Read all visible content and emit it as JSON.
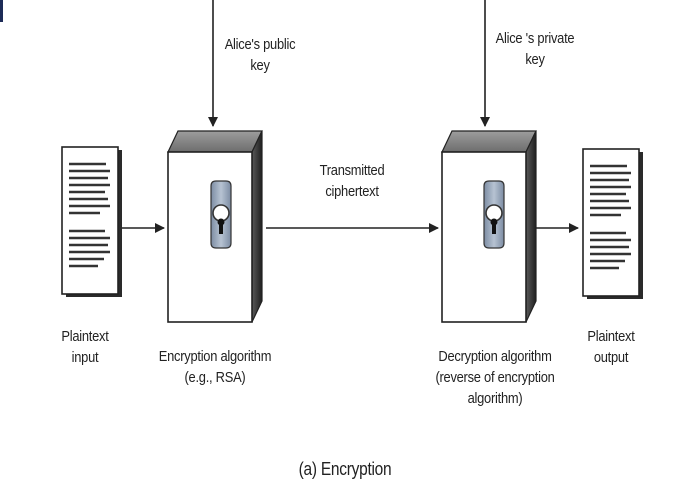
{
  "diagram": {
    "inputs": {
      "public_key": [
        "Alice's public",
        "key"
      ],
      "private_key": [
        "Alice 's private",
        "key"
      ]
    },
    "nodes": {
      "plaintext_input": [
        "Plaintext",
        "input"
      ],
      "encryption": [
        "Encryption algorithm",
        "(e.g., RSA)"
      ],
      "ciphertext": [
        "Transmitted",
        "ciphertext"
      ],
      "decryption": [
        "Decryption algorithm",
        "(reverse of encryption",
        "algorithm)"
      ],
      "plaintext_output": [
        "Plaintext",
        "output"
      ]
    },
    "caption": "(a) Encryption"
  },
  "colors": {
    "line": "#222222",
    "box_face": "#ffffff",
    "box_top": "#8e8e8e",
    "box_side": "#3a3a3a",
    "lock": "#8a9bb0",
    "doc_lines": "#333333"
  },
  "icons": [
    "document-icon",
    "lock-icon",
    "arrow-icon"
  ]
}
